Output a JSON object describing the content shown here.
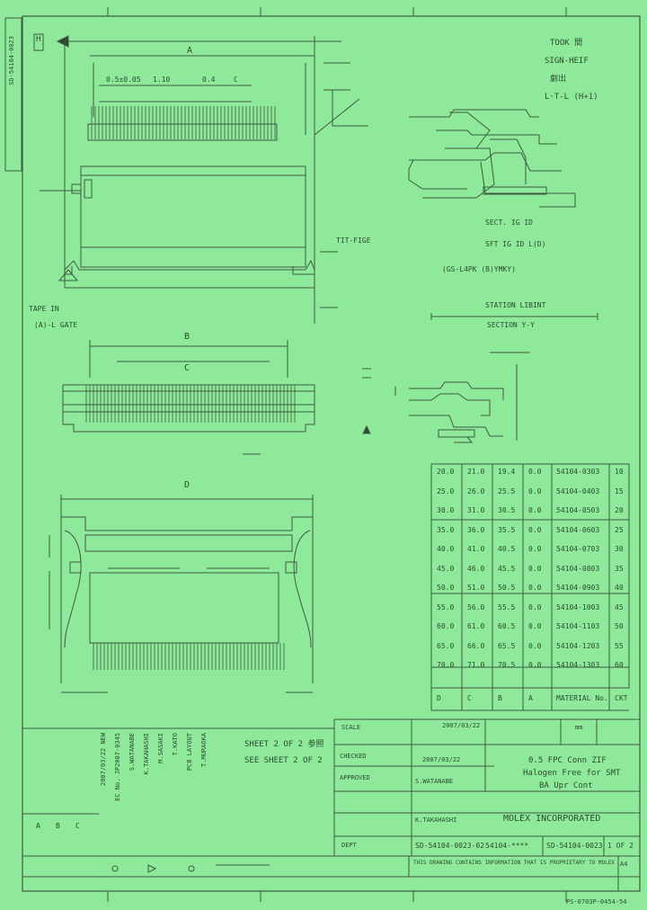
{
  "doc_number_side": "SD-54104-0023",
  "top_left_marker": "H",
  "doc_revision_bottom": "PS-0703P-0454-54",
  "notes": {
    "n1": "TOOK 間",
    "n2": "SIGN-HEIF",
    "n3": "劇出",
    "n4": "L·T-L (H+1)",
    "sect1": "SECT. IG ID",
    "sect1b": "SFT IG ID L(D)",
    "detail_title": "SECTION Y-Y",
    "detail_note_a": "(GS-L4PK (B)YMKY)",
    "detail_note_b": "STATION LIBINT",
    "tape_note": "TAPE IN",
    "tape_note2": "(A)-L GATE",
    "side_label": "TIT-FIGE",
    "see_sheet": "SEE SHEET 2 OF 2",
    "see_sheet_jp": "SHEET 2 OF 2 参照"
  },
  "dims": {
    "d_a": "A",
    "d_b": "B",
    "d_c": "C",
    "d_d": "D",
    "p1": "0.5±0.05",
    "p2": "1.10",
    "p3": "0.4",
    "p4": "C"
  },
  "table": {
    "rows": [
      [
        "20.0",
        "21.0",
        "19.4",
        "0.0",
        "54104-0303",
        "10"
      ],
      [
        "25.0",
        "26.0",
        "25.5",
        "0.0",
        "54104-0403",
        "15"
      ],
      [
        "30.0",
        "31.0",
        "30.5",
        "0.0",
        "54104-0503",
        "20"
      ],
      [
        "35.0",
        "36.0",
        "35.5",
        "0.0",
        "54104-0603",
        "25"
      ],
      [
        "40.0",
        "41.0",
        "40.5",
        "0.0",
        "54104-0703",
        "30"
      ],
      [
        "45.0",
        "46.0",
        "45.5",
        "0.0",
        "54104-0803",
        "35"
      ],
      [
        "50.0",
        "51.0",
        "50.5",
        "0.0",
        "54104-0903",
        "40"
      ],
      [
        "55.0",
        "56.0",
        "55.5",
        "0.0",
        "54104-1003",
        "45"
      ],
      [
        "60.0",
        "61.0",
        "60.5",
        "0.0",
        "54104-1103",
        "50"
      ],
      [
        "65.0",
        "66.0",
        "65.5",
        "0.0",
        "54104-1203",
        "55"
      ],
      [
        "70.0",
        "71.0",
        "70.5",
        "0.0",
        "54104-1303",
        "60"
      ]
    ],
    "footer": [
      "D",
      "C",
      "B",
      "A",
      "MATERIAL No.",
      "CKT"
    ]
  },
  "title_block": {
    "title1": "0.5 FPC Conn ZIF",
    "title2": "Halogen Free for SMT",
    "title3": "BA Upr Cont",
    "company": "MOLEX INCORPORATED",
    "doc_no": "SD-54104-0023",
    "sheet": "1 OF 2",
    "drawn": "CHECKED",
    "approved": "APPROVED",
    "format": "SD-54104-0023-02",
    "material": "54104-****",
    "scale": "SCALE",
    "size": "A4",
    "dept": "DEPT",
    "date_a": "2007/03/22",
    "date_b": "2007/03/22",
    "name_a": "S.WATANABE",
    "name_b": "K.TAKAHASHI",
    "units": "mm",
    "disclaimer": "THIS DRAWING CONTAINS INFORMATION THAT IS PROPRIETARY TO MOLEX"
  },
  "revisions": [
    "2007/03/22 NEW",
    "EC No. JP2007-0345",
    "S.WATANABE",
    "K.TAKAHASHI",
    "M.SASAKI",
    "T.KATO",
    "PCB LAYOUT",
    "T.MURAOKA"
  ],
  "revs_short": [
    "A",
    "B",
    "C"
  ]
}
